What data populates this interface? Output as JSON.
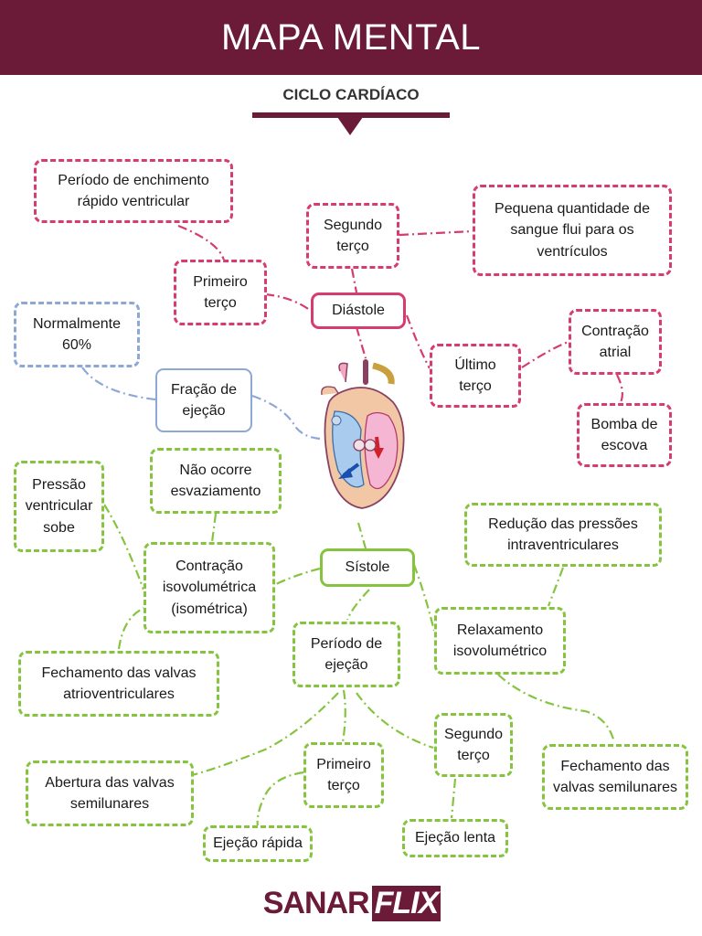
{
  "header": {
    "title": "MAPA MENTAL"
  },
  "subtitle": "CICLO CARDÍACO",
  "nodes": {
    "periodo_enchimento": "Período de enchimento rápido ventricular",
    "segundo_terco_diastole": "Segundo terço",
    "pequena_quantidade": "Pequena quantidade de sangue flui para os ventrículos",
    "primeiro_terco_diastole": "Primeiro terço",
    "diastole": "Diástole",
    "normalmente": "Normalmente 60%",
    "ultimo_terco": "Último terço",
    "contracao_atrial": "Contração atrial",
    "fracao_ejecao": "Fração de ejeção",
    "bomba_escova": "Bomba de escova",
    "nao_ocorre": "Não ocorre esvaziamento",
    "pressao_ventricular": "Pressão ventricular sobe",
    "reducao_pressoes": "Redução das pressões intraventriculares",
    "contracao_isovolumetrica": "Contração isovolumétrica (isométrica)",
    "sistole": "Sístole",
    "periodo_ejecao": "Período de ejeção",
    "relaxamento": "Relaxamento isovolumétrico",
    "fechamento_av": "Fechamento das valvas atrioventriculares",
    "segundo_terco_sistole": "Segundo terço",
    "abertura_semilunares": "Abertura das valvas semilunares",
    "primeiro_terco_sistole": "Primeiro terço",
    "fechamento_semilunares": "Fechamento das valvas semilunares",
    "ejecao_rapida": "Ejeção rápida",
    "ejecao_lenta": "Ejeção lenta"
  },
  "brand": {
    "part1": "SANAR",
    "part2": "FLIX"
  },
  "colors": {
    "header": "#6b1a38",
    "diastole": "#d63c6d",
    "sistole": "#86c440",
    "fracao": "#8ea8d6"
  }
}
